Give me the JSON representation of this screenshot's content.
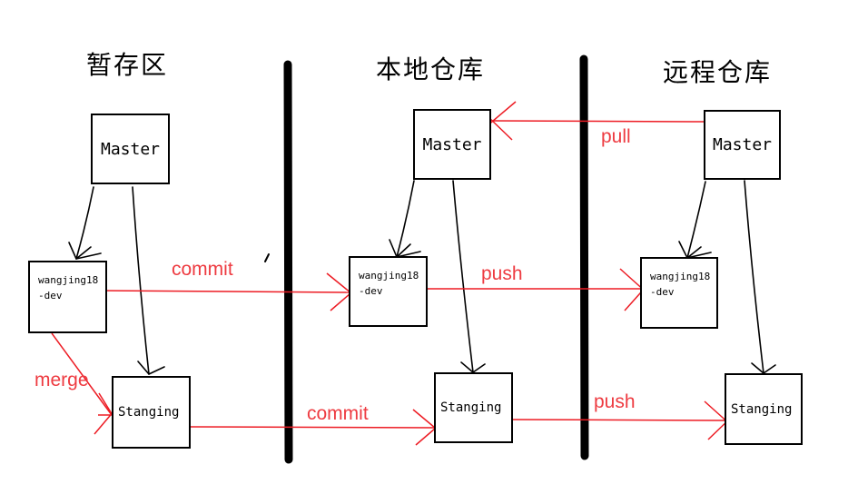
{
  "diagram": {
    "sections": [
      {
        "header": "暂存区"
      },
      {
        "header": "本地仓库"
      },
      {
        "header": "远程仓库"
      }
    ],
    "box_labels": {
      "master": "Master",
      "dev_line1": "wangjing18",
      "dev_line2": "-dev",
      "stanging": "Stanging"
    },
    "arrow_labels": {
      "commit_dev": "commit",
      "push_dev": "push",
      "pull": "pull",
      "merge": "merge",
      "commit_stanging": "commit",
      "push_stanging": "push"
    },
    "colors": {
      "red": "#ed1c24",
      "black": "#000000",
      "background": "#ffffff"
    }
  }
}
